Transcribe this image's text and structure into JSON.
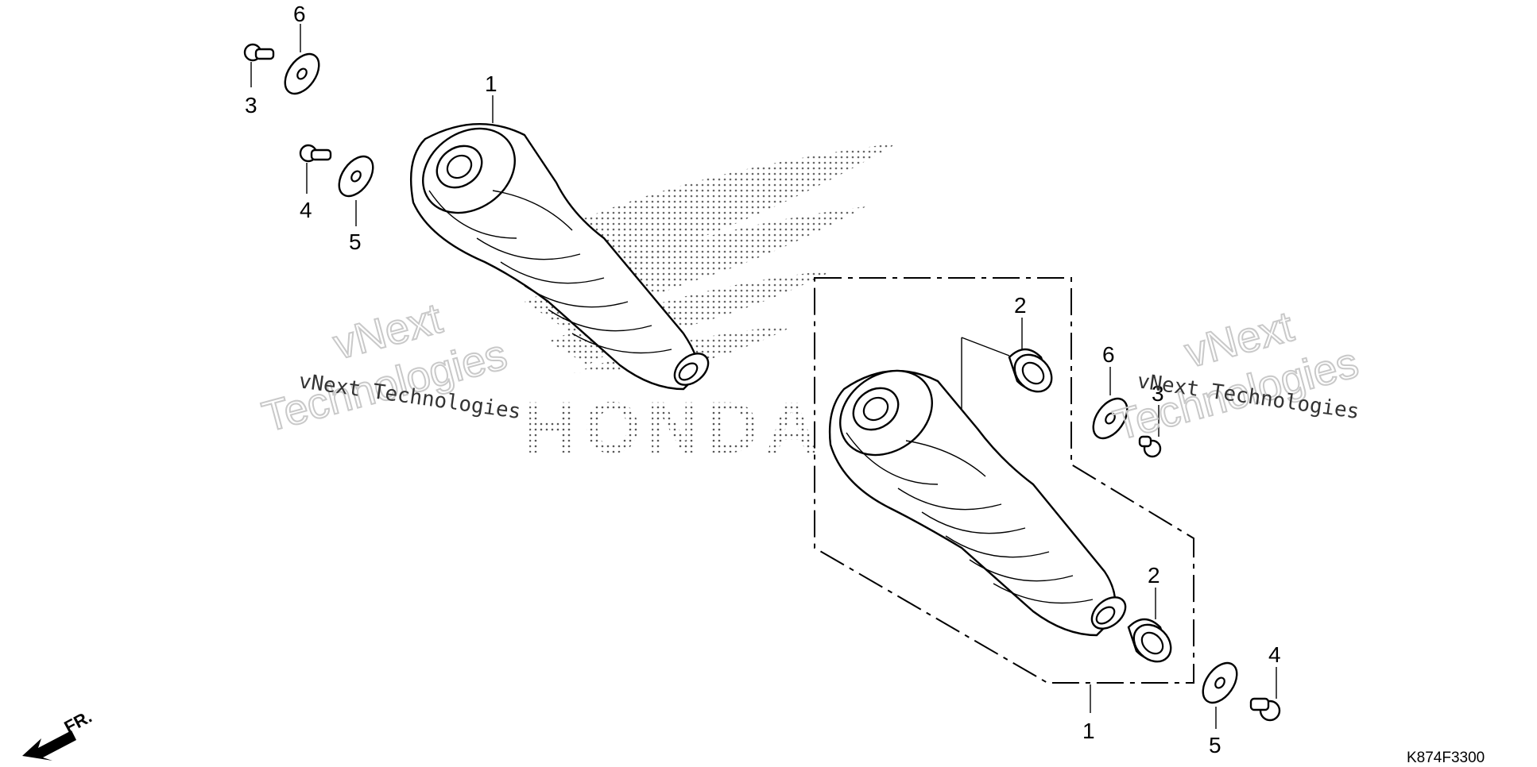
{
  "diagram_code": "K874F3300",
  "direction_label": "FR.",
  "brand_watermark": "HONDA",
  "watermarks": {
    "serif_text": "vNext Technologies",
    "outline_line1": "vNext",
    "outline_line2": "Technologies"
  },
  "callouts": {
    "left_shock": "1",
    "left_bolt_upper": "3",
    "left_washer_upper": "6",
    "left_bolt_lower": "4",
    "left_washer_lower": "5",
    "right_shock": "1",
    "right_bushing_upper": "2",
    "right_bushing_lower": "2",
    "right_washer_upper": "6",
    "right_bolt_upper": "3",
    "right_bolt_lower": "4",
    "right_washer_lower": "5"
  },
  "icons": {
    "direction_arrow": "arrow-down-left-icon",
    "brand_wing": "wing-logo-icon"
  }
}
